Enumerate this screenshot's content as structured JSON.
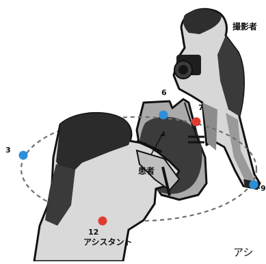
{
  "labels": {
    "photographer": "撮影者",
    "patient": "患者",
    "assistant": "アシスタント",
    "edge_caption": "アシ"
  },
  "markers": [
    {
      "id": "pos-3",
      "label": "3",
      "color": "#2b8fd9"
    },
    {
      "id": "pos-6",
      "label": "6",
      "color": "#2b8fd9"
    },
    {
      "id": "pos-7",
      "label": "7",
      "color": "#e03a2f"
    },
    {
      "id": "pos-9",
      "label": "9",
      "color": "#2b8fd9"
    },
    {
      "id": "pos-12",
      "label": "12",
      "color": "#e03a2f"
    }
  ],
  "colors": {
    "blue_marker": "#2b8fd9",
    "red_marker": "#e03a2f",
    "orbit": "#6e6e6e",
    "figure_dark": "#2e2e2e",
    "figure_mid": "#7a7a7a",
    "figure_light": "#c9c9c9"
  },
  "symbols": {
    "parallel": "parallel-lines-icon"
  }
}
